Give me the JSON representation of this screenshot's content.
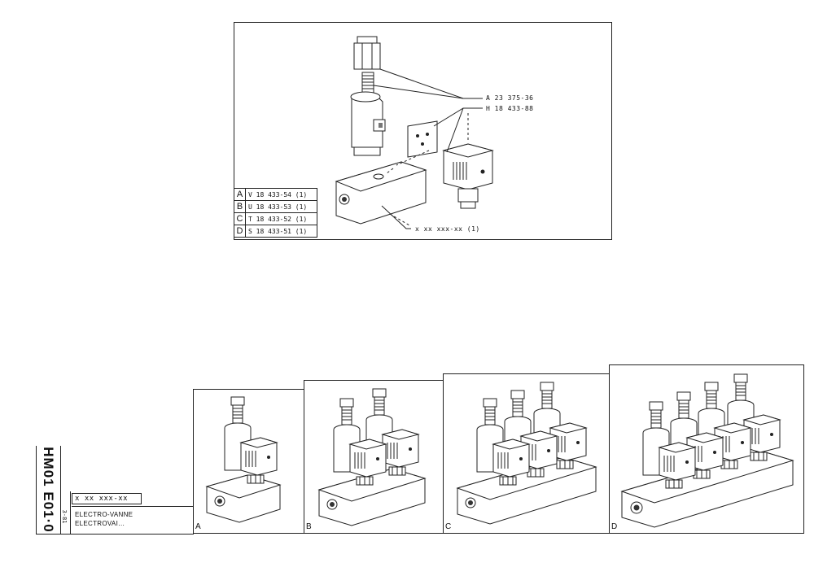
{
  "exploded_view": {
    "callouts": [
      {
        "code": "A 23 375-36"
      },
      {
        "code": "H 18 433-88"
      },
      {
        "code": "x xx xxx-xx (1)"
      }
    ],
    "variants": [
      {
        "letter": "A",
        "code": "V 18 433-54 (1)"
      },
      {
        "letter": "B",
        "code": "U 18 433-53 (1)"
      },
      {
        "letter": "C",
        "code": "T 18 433-52 (1)"
      },
      {
        "letter": "D",
        "code": "S 18 433-51 (1)"
      }
    ]
  },
  "panels": [
    {
      "label": "A"
    },
    {
      "label": "B"
    },
    {
      "label": "C"
    },
    {
      "label": "D"
    }
  ],
  "title_block": {
    "sheet_code": "HM01 E01·0",
    "date": "3-81",
    "reference": "x xx xxx-xx",
    "title_fr": "ELECTRO-VANNE",
    "title_alt": "ELECTROVAI…"
  }
}
